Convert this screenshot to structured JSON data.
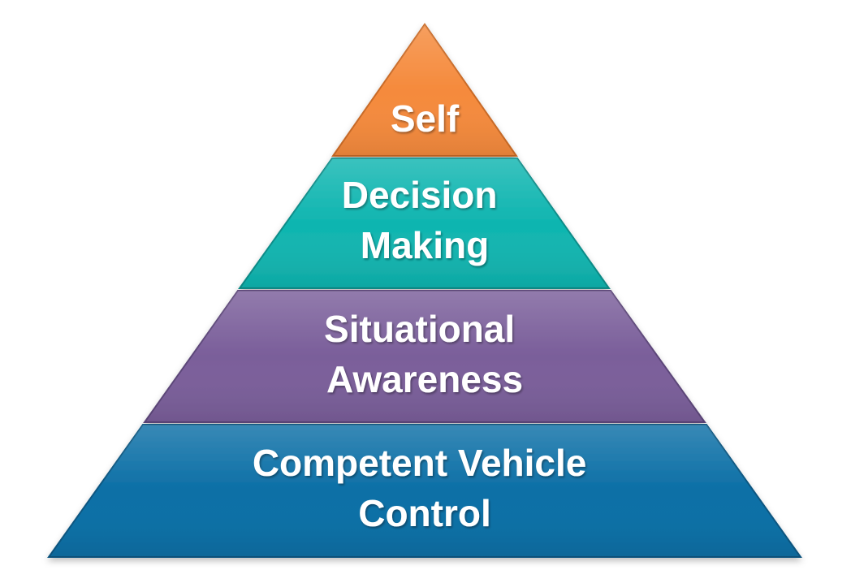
{
  "pyramid": {
    "tiers": [
      {
        "lines": [
          "Self"
        ],
        "color": "#f58a3c",
        "edge": "#c96a26"
      },
      {
        "lines": [
          "Decision",
          "Making"
        ],
        "color": "#0fb5b0",
        "edge": "#0b8c88"
      },
      {
        "lines": [
          "Situational",
          "Awareness"
        ],
        "color": "#7a5e9a",
        "edge": "#5b4578"
      },
      {
        "lines": [
          "Competent Vehicle",
          "Control"
        ],
        "color": "#0c6fa6",
        "edge": "#085580"
      }
    ]
  }
}
